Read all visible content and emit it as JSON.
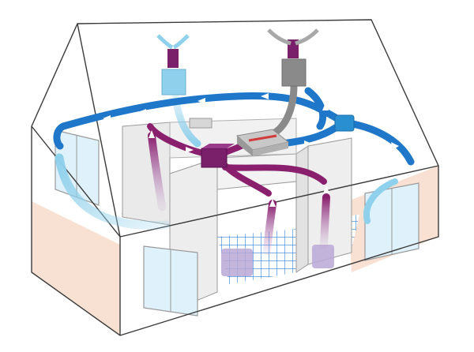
{
  "diagram": {
    "subject": "",
    "colors": {
      "outline": "#3a3a3a",
      "floor_warm": "#f6d9c7",
      "wall": "#eaeaea",
      "tile": "#2f7ed8",
      "supply_air": "#1f77c9",
      "fresh_air": "#8fd0ec",
      "extract_air": "#8a1f6e",
      "extract_light": "#b98fc5",
      "unit_grey": "#8a8a8a",
      "unit_blue": "#2a8fd0",
      "unit_purple": "#7a1f6a",
      "window_glass": "#dff1fb"
    },
    "components": [
      {
        "id": "fresh-air-intake",
        "icon": "roof-vent-intake-icon"
      },
      {
        "id": "exhaust-outlet",
        "icon": "roof-vent-exhaust-icon"
      },
      {
        "id": "heat-recovery-unit",
        "icon": "mvhr-unit-icon"
      },
      {
        "id": "supply-manifold",
        "icon": "supply-manifold-icon"
      },
      {
        "id": "extract-manifold",
        "icon": "extract-manifold-icon"
      }
    ]
  }
}
